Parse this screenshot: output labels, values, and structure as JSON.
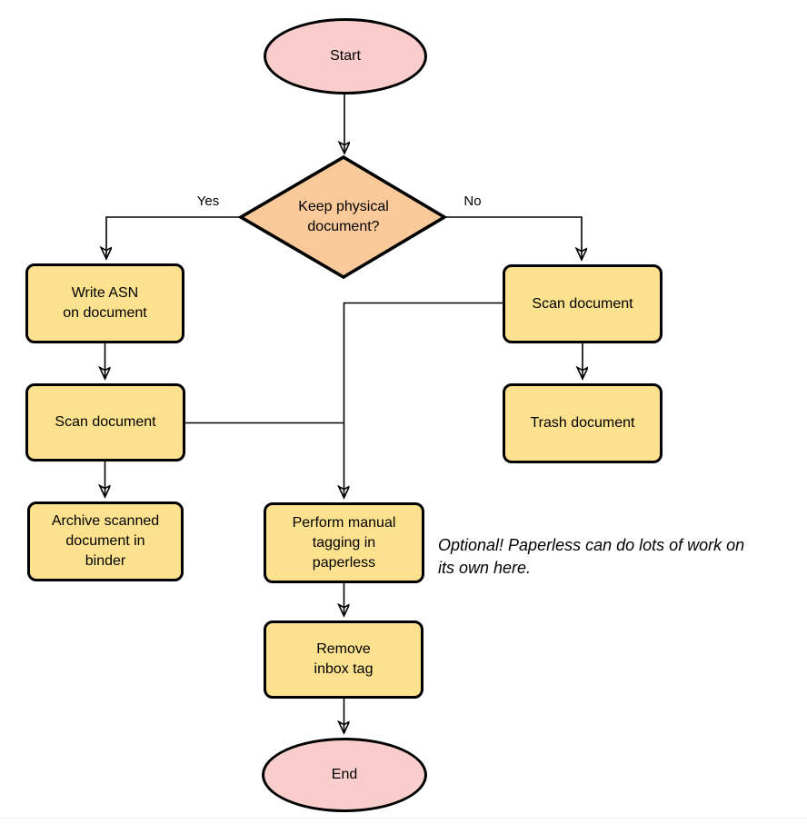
{
  "colors": {
    "terminal": "#f8cdcc",
    "decision": "#f9c99a",
    "process": "#fce18e",
    "stroke": "#000000"
  },
  "nodes": {
    "start": {
      "label": "Start",
      "type": "terminal"
    },
    "decision": {
      "label": "Keep physical\ndocument?",
      "type": "decision"
    },
    "write_asn": {
      "label": "Write ASN\non document",
      "type": "process"
    },
    "scan_left": {
      "label": "Scan document",
      "type": "process"
    },
    "archive": {
      "label": "Archive scanned\ndocument in\nbinder",
      "type": "process"
    },
    "scan_right": {
      "label": "Scan document",
      "type": "process"
    },
    "trash": {
      "label": "Trash document",
      "type": "process"
    },
    "tagging": {
      "label": "Perform manual\ntagging in\npaperless",
      "type": "process"
    },
    "remove_inbox": {
      "label": "Remove\ninbox tag",
      "type": "process"
    },
    "end": {
      "label": "End",
      "type": "terminal"
    }
  },
  "edge_labels": {
    "yes": "Yes",
    "no": "No"
  },
  "annotation": {
    "text": "Optional! Paperless can do lots of work on\nits own here."
  },
  "edges": [
    {
      "from": "start",
      "to": "decision"
    },
    {
      "from": "decision",
      "to": "write_asn",
      "label": "Yes"
    },
    {
      "from": "decision",
      "to": "scan_right",
      "label": "No"
    },
    {
      "from": "write_asn",
      "to": "scan_left"
    },
    {
      "from": "scan_left",
      "to": "archive"
    },
    {
      "from": "scan_left",
      "to": "tagging"
    },
    {
      "from": "scan_right",
      "to": "trash"
    },
    {
      "from": "scan_right",
      "to": "tagging"
    },
    {
      "from": "tagging",
      "to": "remove_inbox"
    },
    {
      "from": "remove_inbox",
      "to": "end"
    }
  ]
}
